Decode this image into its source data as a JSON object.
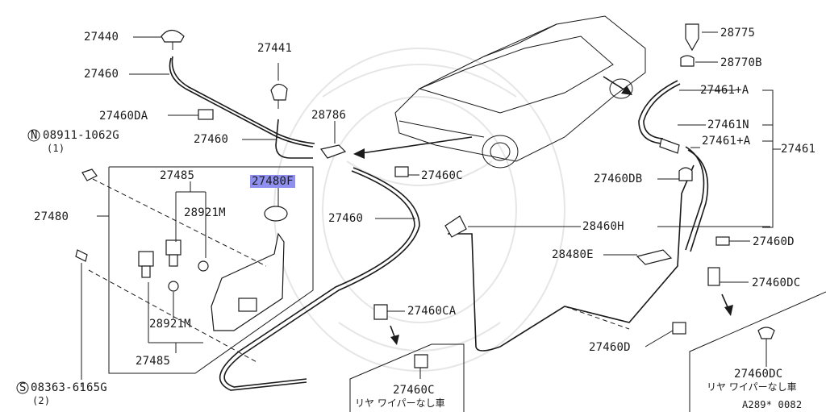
{
  "labels": {
    "l27440": "27440",
    "l27460a": "27460",
    "l27441": "27441",
    "l27460DA": "27460DA",
    "l28786": "28786",
    "lN08911": "08911-1062G",
    "lN08911q": "(1)",
    "l27460b": "27460",
    "l27485a": "27485",
    "l28921Ma": "28921M",
    "l27480F": "27480F",
    "l27480": "27480",
    "l27460C": "27460C",
    "l27460c": "27460",
    "l28921Mb": "28921M",
    "l27485b": "27485",
    "lS08363": "08363-6165G",
    "lS08363q": "(2)",
    "l27460CA": "27460CA",
    "l27460Cb": "27460C",
    "lrearnote1": "リヤ ワイパーなし車",
    "l28775": "28775",
    "l28770B": "28770B",
    "l27461A1": "27461+A",
    "l27461N": "27461N",
    "l27461A2": "27461+A",
    "l27461": "27461",
    "l27460DB": "27460DB",
    "l28460H": "28460H",
    "l27460D": "27460D",
    "l28480E": "28480E",
    "l27460DC": "27460DC",
    "l27460Db": "27460D",
    "l27460DCb": "27460DC",
    "lrearnote2": "リヤ ワイパーなし車",
    "lref": "A289* 0082"
  },
  "symbols": {
    "nut": "N",
    "screw": "S"
  },
  "colors": {
    "highlight": "#8f8ff0",
    "ink": "#1a1a1a"
  }
}
